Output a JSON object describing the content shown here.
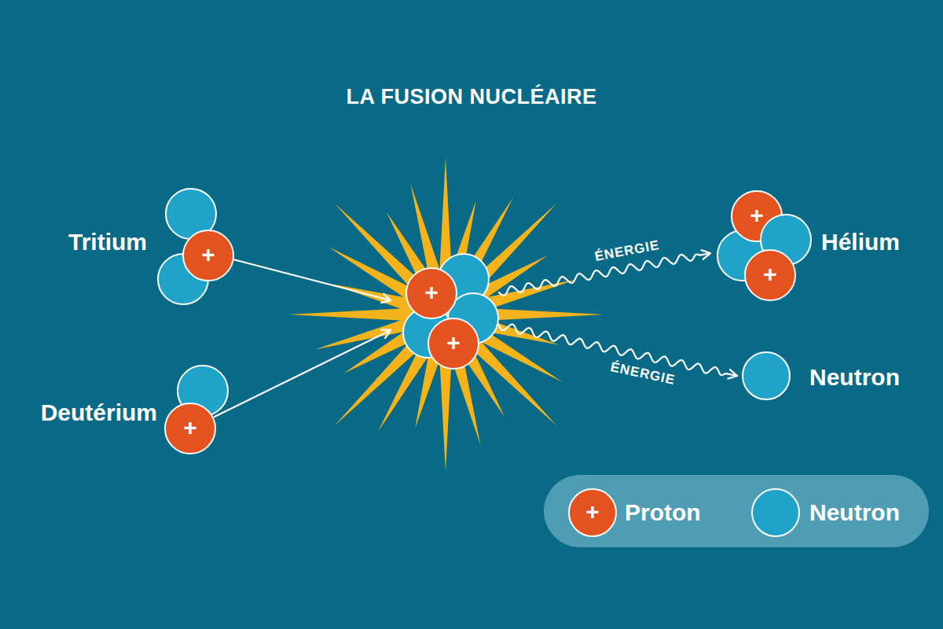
{
  "diagram": {
    "title": "LA FUSION NUCLÉAIRE",
    "nodes": [
      {
        "text": [
          "Tritium",
          "+"
        ]
      },
      {
        "text": [
          "Deutérium",
          "+"
        ]
      },
      {
        "text": [
          "+",
          "+"
        ]
      },
      {
        "text": [
          "Hélium",
          "+",
          "+"
        ]
      },
      {
        "text": [
          "Neutron"
        ]
      }
    ],
    "edges": [
      {
        "from": 0,
        "to": 2,
        "arrow": "to"
      },
      {
        "from": 1,
        "to": 2,
        "arrow": "to"
      },
      {
        "from": 2,
        "to": 3,
        "label": "ÉNERGIE",
        "arrow": "to"
      },
      {
        "from": 2,
        "to": 4,
        "label": "ÉNERGIE",
        "arrow": "to"
      }
    ],
    "labels": [
      "+"
    ],
    "legend": [
      {
        "text": "Proton",
        "color": "#e4521f"
      },
      {
        "text": "Neutron",
        "color": "#1fa3c9"
      }
    ]
  }
}
